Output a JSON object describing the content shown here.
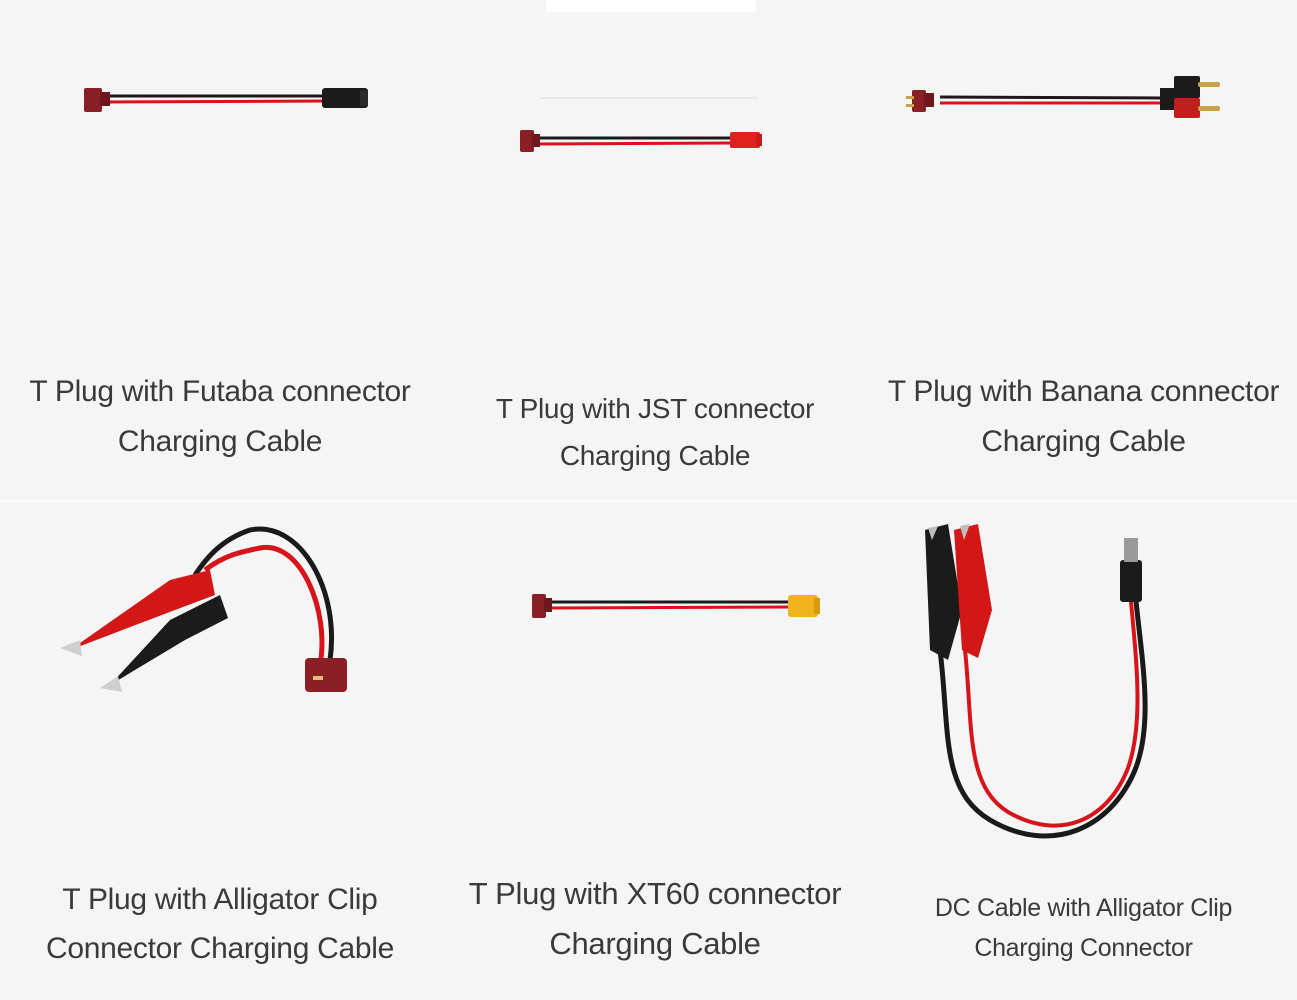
{
  "products": [
    {
      "caption_lines": [
        "T Plug with Futaba connector",
        "Charging Cable"
      ],
      "image": "t-plug-futaba-cable"
    },
    {
      "caption_lines": [
        "T Plug with JST connector",
        "Charging Cable"
      ],
      "image": "t-plug-jst-cable"
    },
    {
      "caption_lines": [
        "T Plug with Banana connector",
        "Charging Cable"
      ],
      "image": "t-plug-banana-cable"
    },
    {
      "caption_lines": [
        "T Plug with Alligator Clip",
        "Connector Charging Cable"
      ],
      "image": "t-plug-alligator-cable"
    },
    {
      "caption_lines": [
        "T Plug with XT60 connector",
        "Charging Cable"
      ],
      "image": "t-plug-xt60-cable"
    },
    {
      "caption_lines": [
        "DC Cable with Alligator Clip",
        "Charging Connector"
      ],
      "image": "dc-alligator-cable"
    }
  ],
  "colors": {
    "background": "#f5f5f5",
    "wire_red": "#d8141a",
    "wire_black": "#1a1a1a",
    "t_plug": "#8a1f26",
    "xt60": "#f2b21b",
    "caption": "#3a3a3a"
  }
}
